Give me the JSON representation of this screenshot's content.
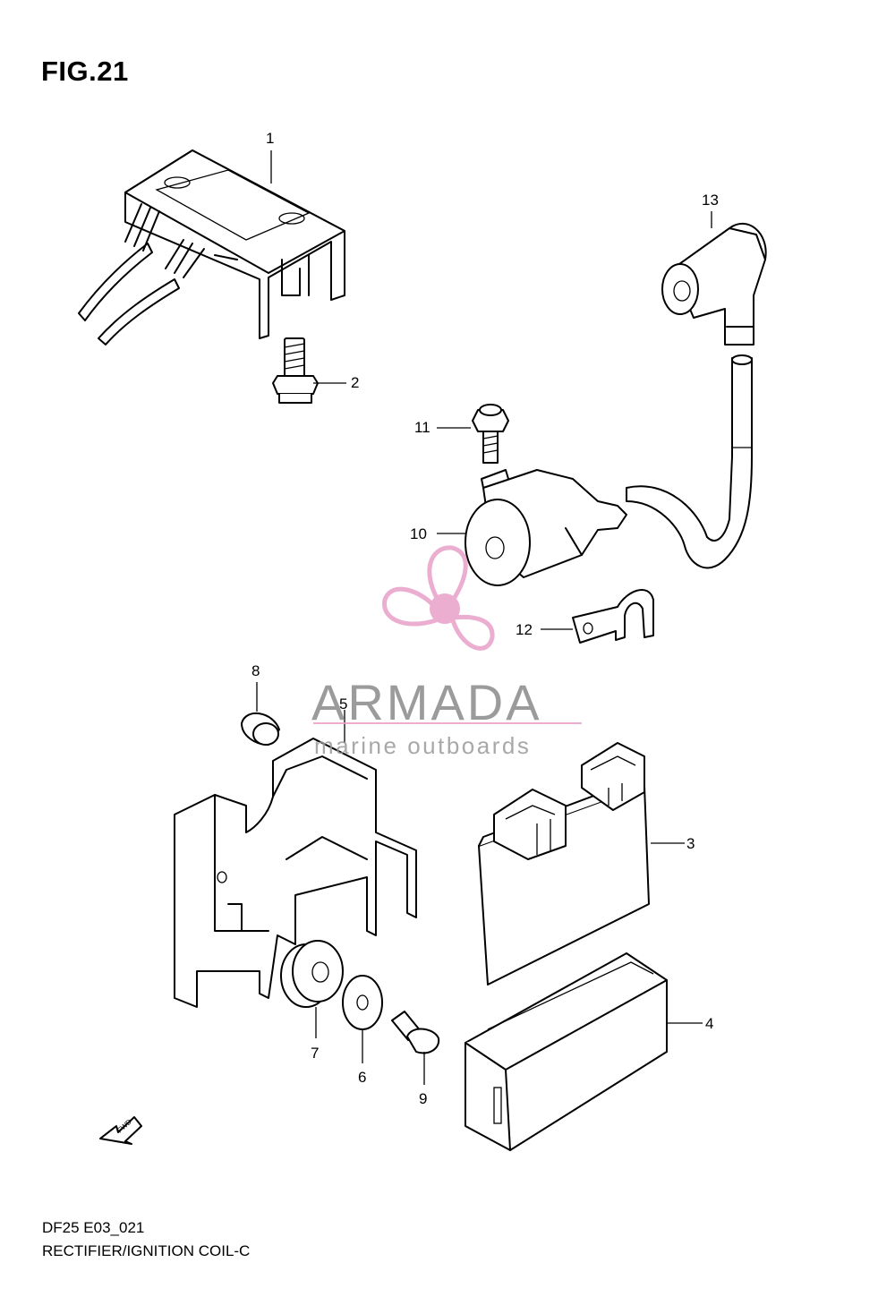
{
  "figure": {
    "title": "FIG.21"
  },
  "callouts": {
    "p1": "1",
    "p2": "2",
    "p3": "3",
    "p4": "4",
    "p5": "5",
    "p6": "6",
    "p7": "7",
    "p8": "8",
    "p9": "9",
    "p10": "10",
    "p11": "11",
    "p12": "12",
    "p13": "13"
  },
  "footer": {
    "code": "DF25 E03_021",
    "name": "RECTIFIER/IGNITION COIL-C"
  },
  "watermark": {
    "name": "ARMADA",
    "tagline": "marine outboards",
    "color": "#e8a0c8"
  },
  "arrow": {
    "label": "FWD"
  },
  "icons": [
    "propeller-logo-icon",
    "fwd-arrow-icon"
  ]
}
